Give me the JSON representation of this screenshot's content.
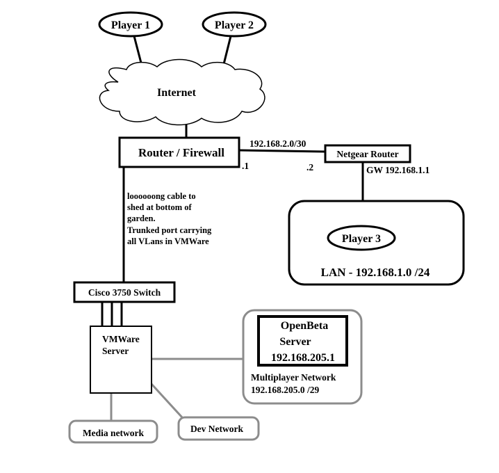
{
  "nodes": {
    "player1": "Player 1",
    "player2": "Player 2",
    "internet": "Internet",
    "router_firewall": "Router / Firewall",
    "netgear_router": "Netgear Router",
    "player3": "Player 3",
    "lan": "LAN - 192.168.1.0 /24",
    "cisco_switch": "Cisco 3750 Switch",
    "vmware_server_line1": "VMWare",
    "vmware_server_line2": "Server",
    "openbeta_line1": "OpenBeta",
    "openbeta_line2": "Server",
    "openbeta_ip": "192.168.205.1",
    "multiplayer_line1": "Multiplayer Network",
    "multiplayer_line2": "192.168.205.0 /29",
    "media_network": "Media network",
    "dev_network": "Dev Network"
  },
  "links": {
    "wan_subnet": "192.168.2.0/30",
    "router_ip": ".1",
    "netgear_ip": ".2",
    "gateway": "GW 192.168.1.1"
  },
  "annotation": [
    "loooooong cable to",
    "shed at bottom of",
    "garden.",
    "Trunked port carrying",
    "all VLans in VMWare"
  ],
  "colors": {
    "line": "#000000",
    "grey_outline": "#8c8c8c",
    "background": "#ffffff"
  }
}
